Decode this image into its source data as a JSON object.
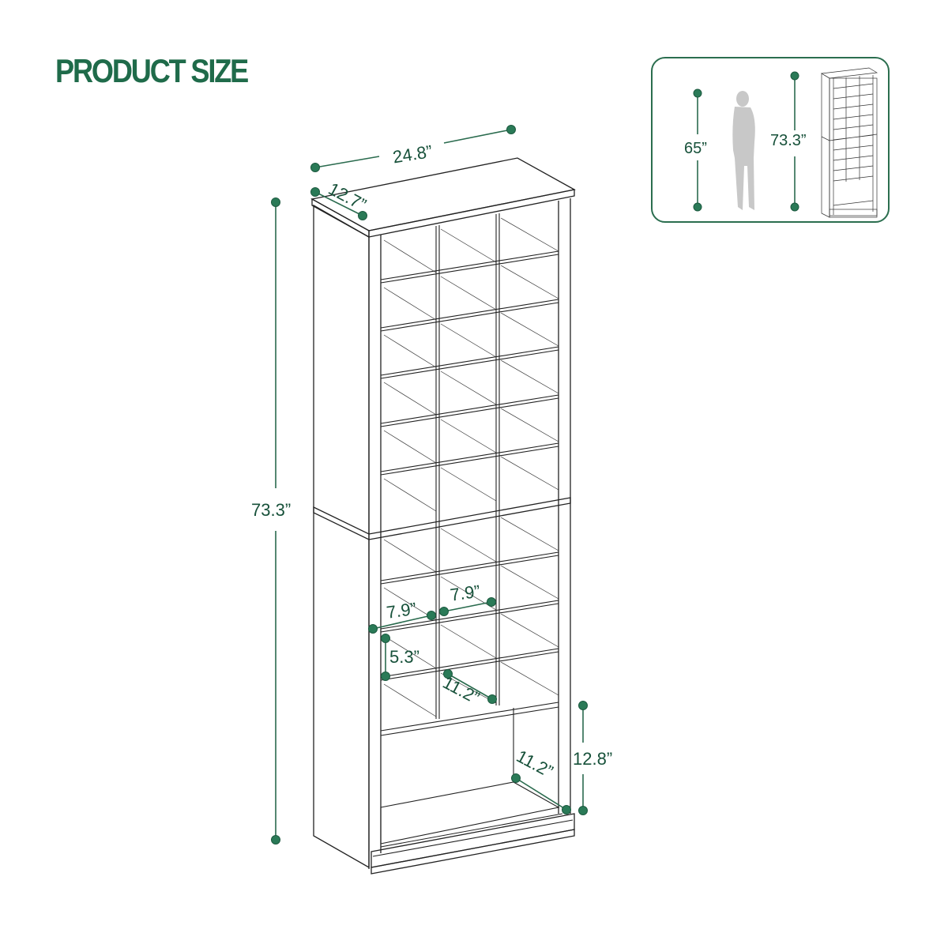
{
  "title": "PRODUCT SIZE",
  "colors": {
    "accent": "#1f6b4a",
    "dimension_dot": "#2a7a57",
    "dimension_line": "#2a6b4e",
    "drawing_line": "#222222",
    "silhouette": "#c8c8c8"
  },
  "main_drawing": {
    "object": "tall cubby shoe cabinet",
    "cubby_columns": 3,
    "cubby_rows": 10,
    "bottom_open_compartment": true,
    "dimensions": {
      "width": "24.8”",
      "depth": "12.7”",
      "height": "73.3”",
      "cubby_width_left": "7.9”",
      "cubby_width_middle": "7.9”",
      "cubby_height": "5.3”",
      "cubby_depth": "11.2”",
      "bottom_compartment_height": "12.8”",
      "bottom_compartment_depth": "11.2”"
    }
  },
  "inset": {
    "person_height": "65”",
    "cabinet_height": "73.3”",
    "person_icon": "person-silhouette-icon",
    "cabinet_icon": "cabinet-thumbnail-icon"
  }
}
